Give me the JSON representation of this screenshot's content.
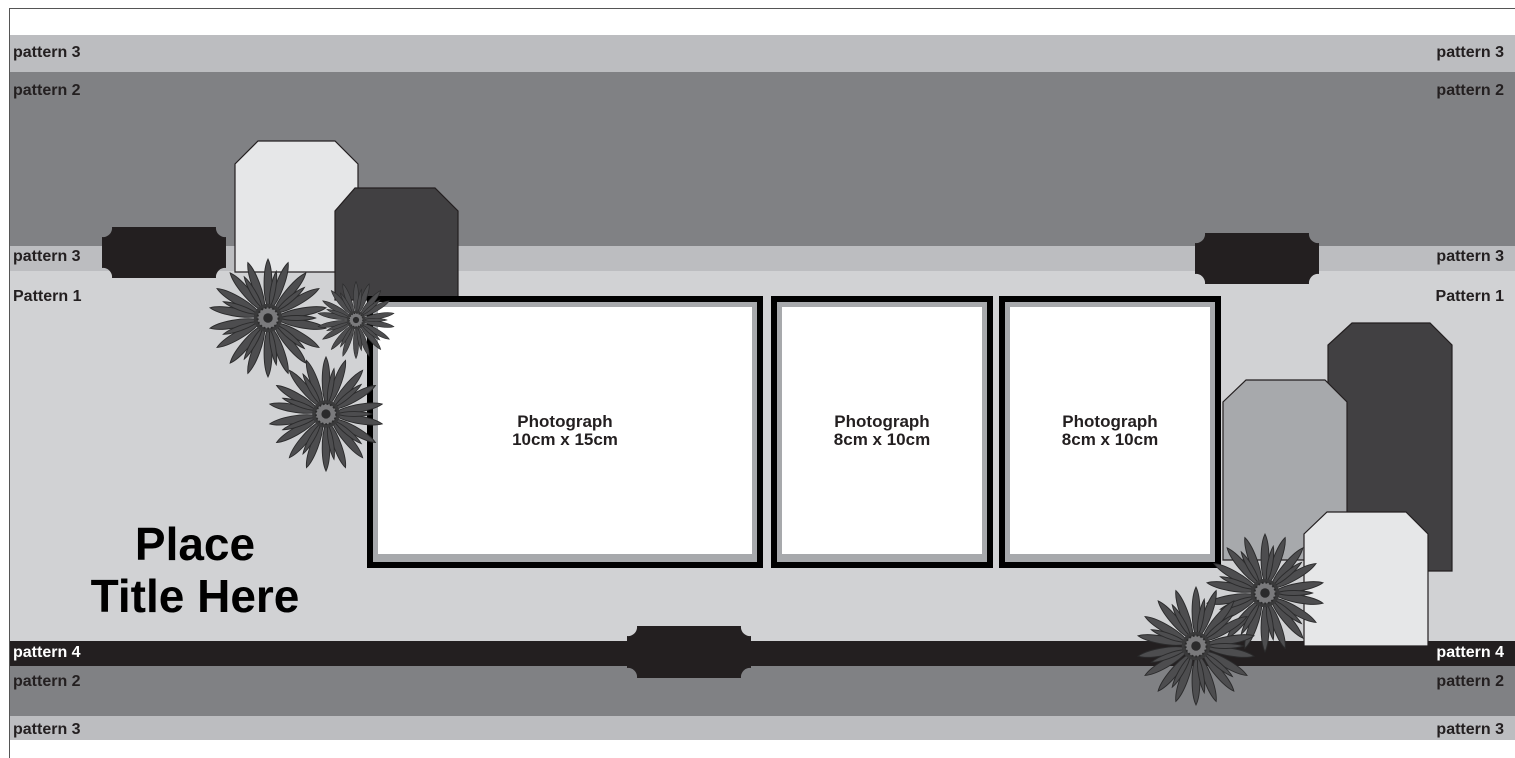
{
  "labels": {
    "p3_top": "pattern 3",
    "p2_top": "pattern 2",
    "p3_mid": "pattern 3",
    "p1": "Pattern 1",
    "p4": "pattern 4",
    "p2_bot": "pattern 2",
    "p3_bot": "pattern 3"
  },
  "photos": [
    {
      "line1": "Photograph",
      "line2": "10cm x 15cm"
    },
    {
      "line1": "Photograph",
      "line2": "8cm x 10cm"
    },
    {
      "line1": "Photograph",
      "line2": "8cm x 10cm"
    }
  ],
  "title": {
    "line1": "Place",
    "line2": "Title Here"
  },
  "colors": {
    "pattern_1": "#d1d2d4",
    "pattern_2": "#808184",
    "pattern_3": "#bcbdc0",
    "pattern_4": "#231f20",
    "tag_light": "#e6e7e8",
    "tag_mid": "#a7a9ac",
    "tag_dark": "#414042",
    "flower": "#4d4d4f"
  }
}
